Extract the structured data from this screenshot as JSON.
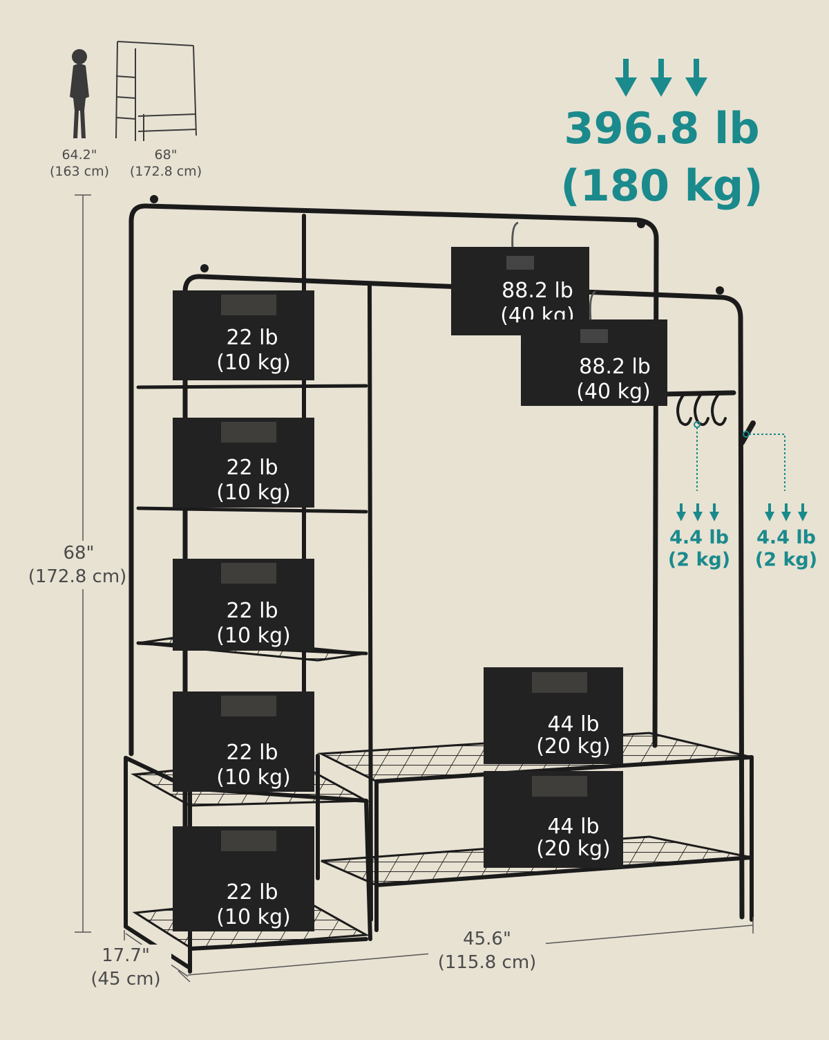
{
  "colors": {
    "background": "#e8e2d3",
    "frame": "#1b1b1b",
    "weight_box": "#222222",
    "accent": "#1a8a8c",
    "dimension_line": "#555555"
  },
  "total_capacity": {
    "lb": "396.8 lb",
    "kg": "(180 kg)"
  },
  "reference": {
    "person_height_in": "64.2\"",
    "person_height_cm": "(163 cm)",
    "rack_height_in": "68\"",
    "rack_height_cm": "(172.8 cm)"
  },
  "dimensions": {
    "height_in": "68\"",
    "height_cm": "(172.8 cm)",
    "width_in": "45.6\"",
    "width_cm": "(115.8 cm)",
    "depth_in": "17.7\"",
    "depth_cm": "(45 cm)"
  },
  "weights": {
    "rod_1": {
      "lb": "88.2 lb",
      "kg": "(40 kg)"
    },
    "rod_2": {
      "lb": "88.2 lb",
      "kg": "(40 kg)"
    },
    "shelf_1": {
      "lb": "22 lb",
      "kg": "(10 kg)"
    },
    "shelf_2": {
      "lb": "22 lb",
      "kg": "(10 kg)"
    },
    "shelf_3": {
      "lb": "22 lb",
      "kg": "(10 kg)"
    },
    "shelf_4": {
      "lb": "22 lb",
      "kg": "(10 kg)"
    },
    "shelf_5": {
      "lb": "22 lb",
      "kg": "(10 kg)"
    },
    "bottom_shelf_upper": {
      "lb": "44 lb",
      "kg": "(20 kg)"
    },
    "bottom_shelf_lower": {
      "lb": "44 lb",
      "kg": "(20 kg)"
    },
    "s_hooks": {
      "lb": "4.4 lb",
      "kg": "(2 kg)"
    },
    "side_hook": {
      "lb": "4.4 lb",
      "kg": "(2 kg)"
    }
  }
}
